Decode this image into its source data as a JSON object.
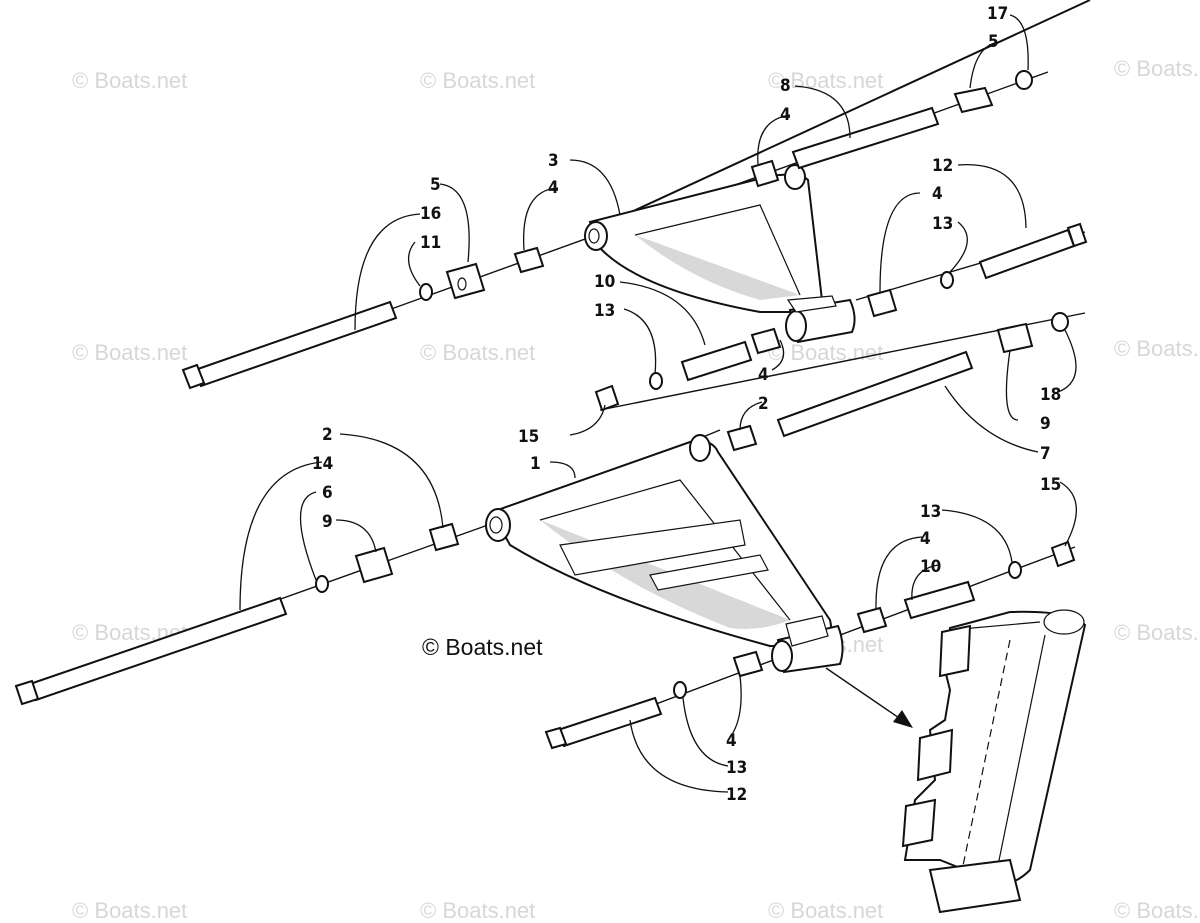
{
  "copyright": "© Boats.net",
  "watermark_text": "© Boats.net",
  "callouts": {
    "c17": "17",
    "c5a": "5",
    "c8": "8",
    "c4a": "4",
    "c3": "3",
    "c4b": "4",
    "c5b": "5",
    "c16": "16",
    "c11": "11",
    "c12a": "12",
    "c4c": "4",
    "c13a": "13",
    "c10a": "10",
    "c13b": "13",
    "c4d": "4",
    "c18": "18",
    "c9a": "9",
    "c7": "7",
    "c15a": "15",
    "c2a": "2",
    "c2b": "2",
    "c14": "14",
    "c1": "1",
    "c6": "6",
    "c9b": "9",
    "c15b": "15",
    "c13c": "13",
    "c4e": "4",
    "c10b": "10",
    "c4f": "4",
    "c13d": "13",
    "c12b": "12"
  }
}
